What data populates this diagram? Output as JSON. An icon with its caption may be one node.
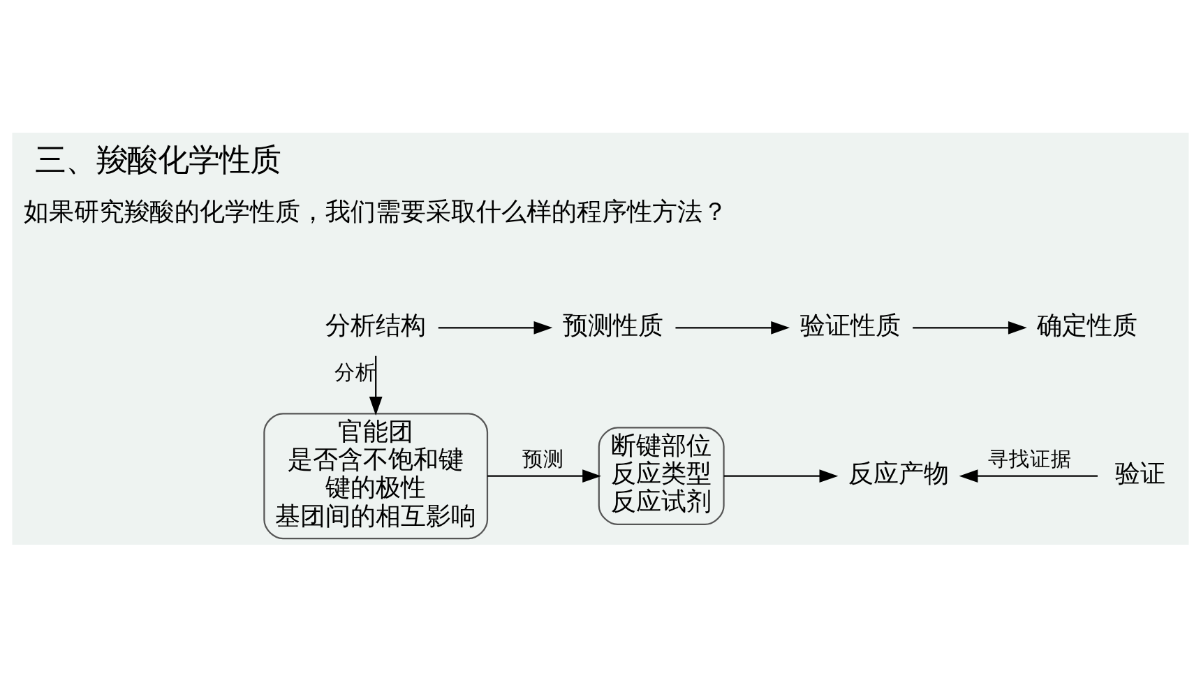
{
  "diagram": {
    "title": "三、羧酸化学性质",
    "nodes": [
      {
        "text": [
          "分析结构"
        ]
      },
      {
        "text": [
          "预测性质"
        ]
      },
      {
        "text": [
          "验证性质"
        ]
      },
      {
        "text": [
          "确定性质"
        ]
      },
      {
        "text": [
          "官能团",
          "是否含不饱和键",
          "键的极性",
          "基团间的相互影响"
        ]
      },
      {
        "text": [
          "断键部位",
          "反应类型",
          "反应试剂"
        ]
      },
      {
        "text": [
          "反应产物"
        ]
      },
      {
        "text": [
          "验证"
        ]
      }
    ],
    "edges": [
      {
        "from": 0,
        "to": 1,
        "arrow": "to"
      },
      {
        "from": 1,
        "to": 2,
        "arrow": "to"
      },
      {
        "from": 2,
        "to": 3,
        "arrow": "to"
      },
      {
        "from": 0,
        "to": 4,
        "arrow": "to",
        "label": "分析"
      },
      {
        "from": 4,
        "to": 5,
        "arrow": "to",
        "label": "预测"
      },
      {
        "from": 5,
        "to": 6,
        "arrow": "to"
      },
      {
        "from": 7,
        "to": 6,
        "arrow": "to",
        "label": "寻找证据"
      }
    ],
    "labels": [
      "如果研究羧酸的化学性质，我们需要采取什么样的程序性方法？"
    ]
  }
}
